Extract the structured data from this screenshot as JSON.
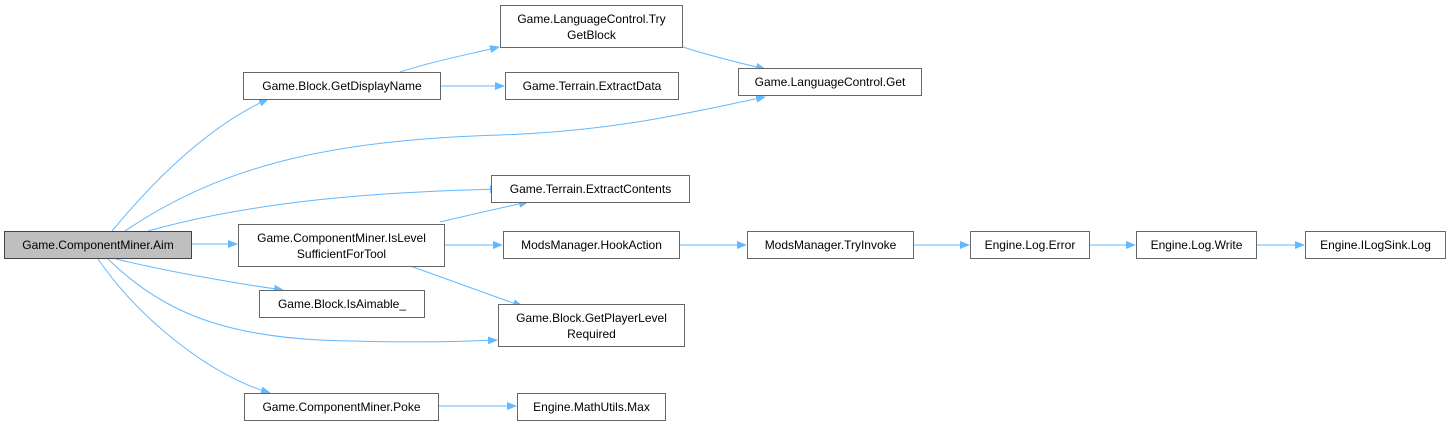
{
  "nodes": {
    "aim": {
      "label": "Game.ComponentMiner.Aim"
    },
    "get_display_name": {
      "label": "Game.Block.GetDisplayName"
    },
    "lang_try_get_block": {
      "line1": "Game.LanguageControl.Try",
      "line2": "GetBlock"
    },
    "terrain_extract_data": {
      "label": "Game.Terrain.ExtractData"
    },
    "lang_get": {
      "label": "Game.LanguageControl.Get"
    },
    "terrain_extract_contents": {
      "label": "Game.Terrain.ExtractContents"
    },
    "is_level_sufficient": {
      "line1": "Game.ComponentMiner.IsLevel",
      "line2": "SufficientForTool"
    },
    "hook_action": {
      "label": "ModsManager.HookAction"
    },
    "try_invoke": {
      "label": "ModsManager.TryInvoke"
    },
    "log_error": {
      "label": "Engine.Log.Error"
    },
    "log_write": {
      "label": "Engine.Log.Write"
    },
    "ilogsink_log": {
      "label": "Engine.ILogSink.Log"
    },
    "is_aimable": {
      "label": "Game.Block.IsAimable_"
    },
    "get_player_level": {
      "line1": "Game.Block.GetPlayerLevel",
      "line2": "Required"
    },
    "poke": {
      "label": "Game.ComponentMiner.Poke"
    },
    "math_max": {
      "label": "Engine.MathUtils.Max"
    }
  },
  "edges": [
    {
      "from": "Game.ComponentMiner.Aim",
      "to": "Game.Block.GetDisplayName"
    },
    {
      "from": "Game.ComponentMiner.Aim",
      "to": "Game.LanguageControl.Get"
    },
    {
      "from": "Game.ComponentMiner.Aim",
      "to": "Game.Terrain.ExtractContents"
    },
    {
      "from": "Game.ComponentMiner.Aim",
      "to": "Game.ComponentMiner.IsLevelSufficientForTool"
    },
    {
      "from": "Game.ComponentMiner.Aim",
      "to": "Game.Block.IsAimable_"
    },
    {
      "from": "Game.ComponentMiner.Aim",
      "to": "Game.Block.GetPlayerLevelRequired"
    },
    {
      "from": "Game.ComponentMiner.Aim",
      "to": "Game.ComponentMiner.Poke"
    },
    {
      "from": "Game.Block.GetDisplayName",
      "to": "Game.LanguageControl.TryGetBlock"
    },
    {
      "from": "Game.Block.GetDisplayName",
      "to": "Game.Terrain.ExtractData"
    },
    {
      "from": "Game.LanguageControl.TryGetBlock",
      "to": "Game.LanguageControl.Get"
    },
    {
      "from": "Game.ComponentMiner.IsLevelSufficientForTool",
      "to": "Game.Terrain.ExtractContents"
    },
    {
      "from": "Game.ComponentMiner.IsLevelSufficientForTool",
      "to": "ModsManager.HookAction"
    },
    {
      "from": "Game.ComponentMiner.IsLevelSufficientForTool",
      "to": "Game.Block.GetPlayerLevelRequired"
    },
    {
      "from": "ModsManager.HookAction",
      "to": "ModsManager.TryInvoke"
    },
    {
      "from": "ModsManager.TryInvoke",
      "to": "Engine.Log.Error"
    },
    {
      "from": "Engine.Log.Error",
      "to": "Engine.Log.Write"
    },
    {
      "from": "Engine.Log.Write",
      "to": "Engine.ILogSink.Log"
    },
    {
      "from": "Game.ComponentMiner.Poke",
      "to": "Engine.MathUtils.Max"
    }
  ],
  "colors": {
    "edge": "#63b8ff",
    "root_fill": "#bfbfbf",
    "node_border": "#666666"
  }
}
